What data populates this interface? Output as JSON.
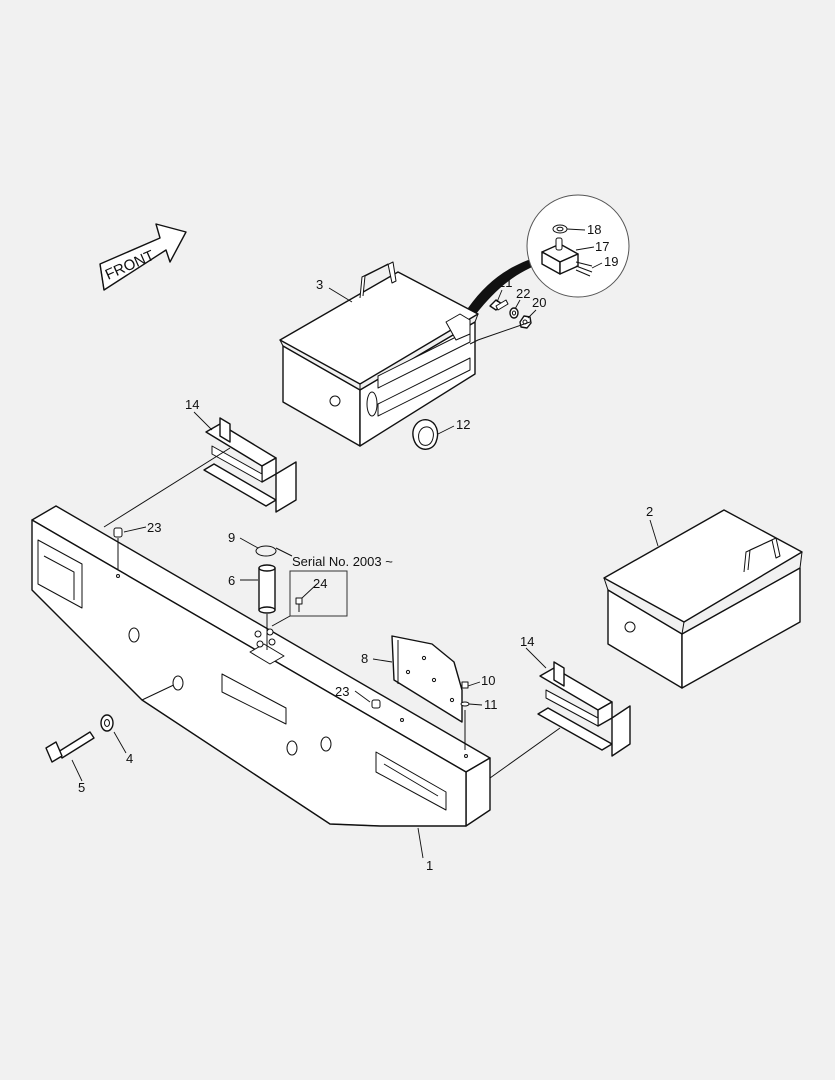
{
  "front_label": "FRONT",
  "serial_note": "Serial No. 2003 ~",
  "callouts": [
    "1",
    "2",
    "3",
    "4",
    "5",
    "6",
    "8",
    "9",
    "10",
    "11",
    "12",
    "14",
    "14",
    "17",
    "18",
    "19",
    "20",
    "21",
    "22",
    "23",
    "23",
    "24"
  ]
}
